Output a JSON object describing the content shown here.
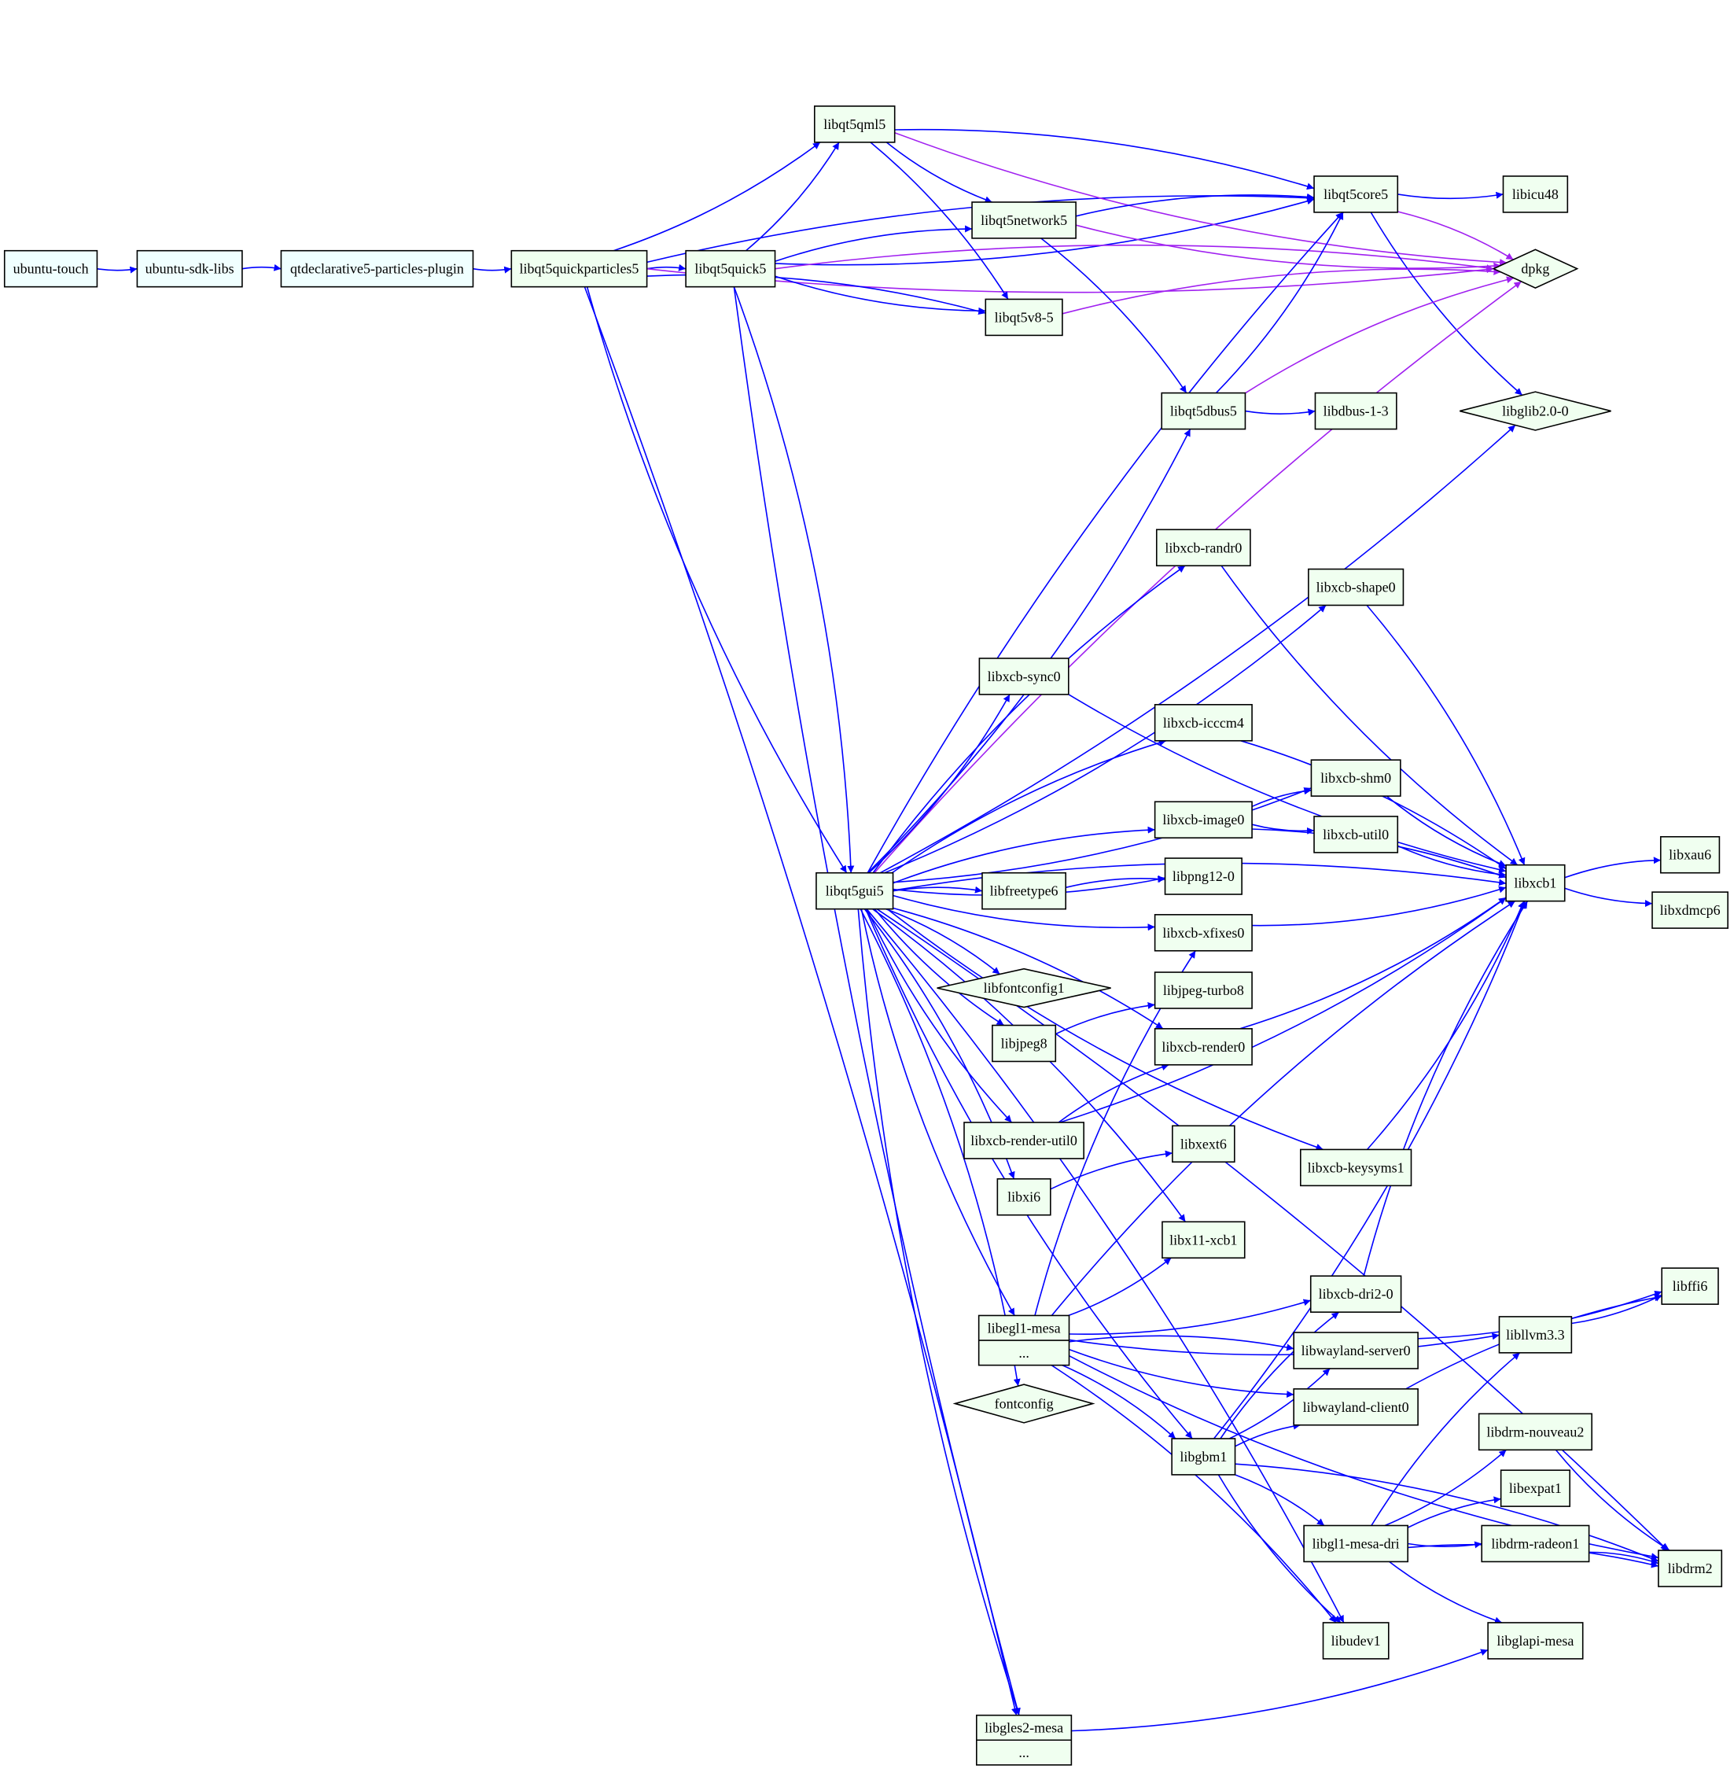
{
  "colors": {
    "depends": "#0000ff",
    "predepends": "#a020f0",
    "node_fill": "#f0fff0",
    "root_fill": "#f0ffff",
    "border": "#000000"
  },
  "nodes": [
    {
      "id": "ubuntu-touch",
      "label": "ubuntu-touch"
    },
    {
      "id": "ubuntu-sdk-libs",
      "label": "ubuntu-sdk-libs"
    },
    {
      "id": "qtdeclarative5-particles-plugin",
      "label": "qtdeclarative5-particles-plugin"
    },
    {
      "id": "libqt5quickparticles5",
      "label": "libqt5quickparticles5"
    },
    {
      "id": "libqt5quick5",
      "label": "libqt5quick5"
    },
    {
      "id": "libqt5qml5",
      "label": "libqt5qml5"
    },
    {
      "id": "libqt5network5",
      "label": "libqt5network5"
    },
    {
      "id": "libqt5core5",
      "label": "libqt5core5"
    },
    {
      "id": "libicu48",
      "label": "libicu48"
    },
    {
      "id": "dpkg",
      "label": "dpkg"
    },
    {
      "id": "libqt5v8-5",
      "label": "libqt5v8-5"
    },
    {
      "id": "libqt5dbus5",
      "label": "libqt5dbus5"
    },
    {
      "id": "libdbus-1-3",
      "label": "libdbus-1-3"
    },
    {
      "id": "libglib2.0-0",
      "label": "libglib2.0-0"
    },
    {
      "id": "libxcb-randr0",
      "label": "libxcb-randr0"
    },
    {
      "id": "libxcb-shape0",
      "label": "libxcb-shape0"
    },
    {
      "id": "libxcb-sync0",
      "label": "libxcb-sync0"
    },
    {
      "id": "libxcb-icccm4",
      "label": "libxcb-icccm4"
    },
    {
      "id": "libxcb-shm0",
      "label": "libxcb-shm0"
    },
    {
      "id": "libxcb-image0",
      "label": "libxcb-image0"
    },
    {
      "id": "libxcb-util0",
      "label": "libxcb-util0"
    },
    {
      "id": "libxcb1",
      "label": "libxcb1"
    },
    {
      "id": "libxau6",
      "label": "libxau6"
    },
    {
      "id": "libxdmcp6",
      "label": "libxdmcp6"
    },
    {
      "id": "libqt5gui5",
      "label": "libqt5gui5"
    },
    {
      "id": "libfreetype6",
      "label": "libfreetype6"
    },
    {
      "id": "libpng12-0",
      "label": "libpng12-0"
    },
    {
      "id": "libxcb-xfixes0",
      "label": "libxcb-xfixes0"
    },
    {
      "id": "libfontconfig1",
      "label": "libfontconfig1"
    },
    {
      "id": "libjpeg-turbo8",
      "label": "libjpeg-turbo8"
    },
    {
      "id": "libjpeg8",
      "label": "libjpeg8"
    },
    {
      "id": "libxcb-render0",
      "label": "libxcb-render0"
    },
    {
      "id": "libxcb-render-util0",
      "label": "libxcb-render-util0"
    },
    {
      "id": "libxext6",
      "label": "libxext6"
    },
    {
      "id": "libxcb-keysyms1",
      "label": "libxcb-keysyms1"
    },
    {
      "id": "libxi6",
      "label": "libxi6"
    },
    {
      "id": "libx11-xcb1",
      "label": "libx11-xcb1"
    },
    {
      "id": "libxcb-dri2-0",
      "label": "libxcb-dri2-0"
    },
    {
      "id": "libffi6",
      "label": "libffi6"
    },
    {
      "id": "libegl1-mesa",
      "label": "libegl1-mesa",
      "sub": "..."
    },
    {
      "id": "libwayland-server0",
      "label": "libwayland-server0"
    },
    {
      "id": "libllvm3.3",
      "label": "libllvm3.3"
    },
    {
      "id": "fontconfig",
      "label": "fontconfig"
    },
    {
      "id": "libwayland-client0",
      "label": "libwayland-client0"
    },
    {
      "id": "libdrm-nouveau2",
      "label": "libdrm-nouveau2"
    },
    {
      "id": "libgbm1",
      "label": "libgbm1"
    },
    {
      "id": "libexpat1",
      "label": "libexpat1"
    },
    {
      "id": "libgl1-mesa-dri",
      "label": "libgl1-mesa-dri"
    },
    {
      "id": "libdrm-radeon1",
      "label": "libdrm-radeon1"
    },
    {
      "id": "libdrm2",
      "label": "libdrm2"
    },
    {
      "id": "libglapi-mesa",
      "label": "libglapi-mesa"
    },
    {
      "id": "libudev1",
      "label": "libudev1"
    },
    {
      "id": "libgles2-mesa",
      "label": "libgles2-mesa",
      "sub": "..."
    }
  ],
  "edges": [
    [
      "ubuntu-touch",
      "ubuntu-sdk-libs",
      "depends"
    ],
    [
      "ubuntu-sdk-libs",
      "qtdeclarative5-particles-plugin",
      "depends"
    ],
    [
      "qtdeclarative5-particles-plugin",
      "libqt5quickparticles5",
      "depends"
    ],
    [
      "libqt5quickparticles5",
      "libqt5quick5",
      "depends"
    ],
    [
      "libqt5quickparticles5",
      "libqt5qml5",
      "depends"
    ],
    [
      "libqt5quickparticles5",
      "libqt5core5",
      "depends"
    ],
    [
      "libqt5quickparticles5",
      "dpkg",
      "predepends"
    ],
    [
      "libqt5quickparticles5",
      "libqt5v8-5",
      "depends"
    ],
    [
      "libqt5quickparticles5",
      "libqt5gui5",
      "depends"
    ],
    [
      "libqt5quickparticles5",
      "libgles2-mesa",
      "depends"
    ],
    [
      "libqt5quick5",
      "libqt5qml5",
      "depends"
    ],
    [
      "libqt5quick5",
      "libqt5network5",
      "depends"
    ],
    [
      "libqt5quick5",
      "libqt5core5",
      "depends"
    ],
    [
      "libqt5quick5",
      "dpkg",
      "predepends"
    ],
    [
      "libqt5quick5",
      "libqt5v8-5",
      "depends"
    ],
    [
      "libqt5quick5",
      "libqt5gui5",
      "depends"
    ],
    [
      "libqt5quick5",
      "libgles2-mesa",
      "depends"
    ],
    [
      "libqt5qml5",
      "libqt5core5",
      "depends"
    ],
    [
      "libqt5qml5",
      "libqt5network5",
      "depends"
    ],
    [
      "libqt5qml5",
      "libqt5v8-5",
      "depends"
    ],
    [
      "libqt5qml5",
      "dpkg",
      "predepends"
    ],
    [
      "libqt5network5",
      "libqt5core5",
      "depends"
    ],
    [
      "libqt5network5",
      "dpkg",
      "predepends"
    ],
    [
      "libqt5network5",
      "libqt5dbus5",
      "depends"
    ],
    [
      "libqt5core5",
      "libicu48",
      "depends"
    ],
    [
      "libqt5core5",
      "dpkg",
      "predepends"
    ],
    [
      "libqt5core5",
      "libglib2.0-0",
      "depends"
    ],
    [
      "libqt5v8-5",
      "dpkg",
      "predepends"
    ],
    [
      "libqt5dbus5",
      "libqt5core5",
      "depends"
    ],
    [
      "libqt5dbus5",
      "dpkg",
      "predepends"
    ],
    [
      "libqt5dbus5",
      "libdbus-1-3",
      "depends"
    ],
    [
      "libqt5gui5",
      "libqt5core5",
      "depends"
    ],
    [
      "libqt5gui5",
      "libqt5dbus5",
      "depends"
    ],
    [
      "libqt5gui5",
      "dpkg",
      "predepends"
    ],
    [
      "libqt5gui5",
      "libglib2.0-0",
      "depends"
    ],
    [
      "libqt5gui5",
      "libxcb-randr0",
      "depends"
    ],
    [
      "libqt5gui5",
      "libxcb-shape0",
      "depends"
    ],
    [
      "libqt5gui5",
      "libxcb1",
      "depends"
    ],
    [
      "libqt5gui5",
      "libxcb-sync0",
      "depends"
    ],
    [
      "libqt5gui5",
      "libxcb-icccm4",
      "depends"
    ],
    [
      "libqt5gui5",
      "libxcb-shm0",
      "depends"
    ],
    [
      "libqt5gui5",
      "libxcb-image0",
      "depends"
    ],
    [
      "libqt5gui5",
      "libpng12-0",
      "depends"
    ],
    [
      "libqt5gui5",
      "libfreetype6",
      "depends"
    ],
    [
      "libqt5gui5",
      "libxcb-xfixes0",
      "depends"
    ],
    [
      "libqt5gui5",
      "libfontconfig1",
      "depends"
    ],
    [
      "libqt5gui5",
      "libjpeg8",
      "depends"
    ],
    [
      "libqt5gui5",
      "libxcb-render0",
      "depends"
    ],
    [
      "libqt5gui5",
      "libxcb-render-util0",
      "depends"
    ],
    [
      "libqt5gui5",
      "libxi6",
      "depends"
    ],
    [
      "libqt5gui5",
      "libxcb-keysyms1",
      "depends"
    ],
    [
      "libqt5gui5",
      "libx11-xcb1",
      "depends"
    ],
    [
      "libqt5gui5",
      "libegl1-mesa",
      "depends"
    ],
    [
      "libqt5gui5",
      "fontconfig",
      "depends"
    ],
    [
      "libqt5gui5",
      "libgbm1",
      "depends"
    ],
    [
      "libqt5gui5",
      "libudev1",
      "depends"
    ],
    [
      "libqt5gui5",
      "libgles2-mesa",
      "depends"
    ],
    [
      "libqt5gui5",
      "libdrm2",
      "depends"
    ],
    [
      "libxcb-randr0",
      "libxcb1",
      "depends"
    ],
    [
      "libxcb-shape0",
      "libxcb1",
      "depends"
    ],
    [
      "libxcb-sync0",
      "libxcb1",
      "depends"
    ],
    [
      "libxcb-icccm4",
      "libxcb1",
      "depends"
    ],
    [
      "libxcb-shm0",
      "libxcb1",
      "depends"
    ],
    [
      "libxcb-image0",
      "libxcb-shm0",
      "depends"
    ],
    [
      "libxcb-image0",
      "libxcb-util0",
      "depends"
    ],
    [
      "libxcb-image0",
      "libxcb1",
      "depends"
    ],
    [
      "libxcb-util0",
      "libxcb1",
      "depends"
    ],
    [
      "libxcb1",
      "libxau6",
      "depends"
    ],
    [
      "libxcb1",
      "libxdmcp6",
      "depends"
    ],
    [
      "libfreetype6",
      "libpng12-0",
      "depends"
    ],
    [
      "libxcb-xfixes0",
      "libxcb1",
      "depends"
    ],
    [
      "libjpeg8",
      "libjpeg-turbo8",
      "depends"
    ],
    [
      "libxcb-render0",
      "libxcb1",
      "depends"
    ],
    [
      "libxcb-render-util0",
      "libxcb-render0",
      "depends"
    ],
    [
      "libxcb-render-util0",
      "libxcb1",
      "depends"
    ],
    [
      "libxi6",
      "libxext6",
      "depends"
    ],
    [
      "libxcb-keysyms1",
      "libxcb1",
      "depends"
    ],
    [
      "libegl1-mesa",
      "libxcb-xfixes0",
      "depends"
    ],
    [
      "libegl1-mesa",
      "libx11-xcb1",
      "depends"
    ],
    [
      "libegl1-mesa",
      "libxcb1",
      "depends"
    ],
    [
      "libegl1-mesa",
      "libxcb-dri2-0",
      "depends"
    ],
    [
      "libegl1-mesa",
      "libwayland-server0",
      "depends"
    ],
    [
      "libegl1-mesa",
      "libwayland-client0",
      "depends"
    ],
    [
      "libegl1-mesa",
      "libgbm1",
      "depends"
    ],
    [
      "libegl1-mesa",
      "libllvm3.3",
      "depends"
    ],
    [
      "libegl1-mesa",
      "libudev1",
      "depends"
    ],
    [
      "libegl1-mesa",
      "libdrm2",
      "depends"
    ],
    [
      "libxcb-dri2-0",
      "libxcb1",
      "depends"
    ],
    [
      "libwayland-server0",
      "libffi6",
      "depends"
    ],
    [
      "libwayland-client0",
      "libffi6",
      "depends"
    ],
    [
      "libllvm3.3",
      "libffi6",
      "depends"
    ],
    [
      "libgbm1",
      "libxcb-dri2-0",
      "depends"
    ],
    [
      "libgbm1",
      "libwayland-server0",
      "depends"
    ],
    [
      "libgbm1",
      "libwayland-client0",
      "depends"
    ],
    [
      "libgbm1",
      "libxcb1",
      "depends"
    ],
    [
      "libgbm1",
      "libgl1-mesa-dri",
      "depends"
    ],
    [
      "libgbm1",
      "libudev1",
      "depends"
    ],
    [
      "libgbm1",
      "libdrm2",
      "depends"
    ],
    [
      "libgl1-mesa-dri",
      "libdrm-nouveau2",
      "depends"
    ],
    [
      "libgl1-mesa-dri",
      "libexpat1",
      "depends"
    ],
    [
      "libgl1-mesa-dri",
      "libdrm-radeon1",
      "depends"
    ],
    [
      "libgl1-mesa-dri",
      "libdrm2",
      "depends"
    ],
    [
      "libgl1-mesa-dri",
      "libglapi-mesa",
      "depends"
    ],
    [
      "libgl1-mesa-dri",
      "libllvm3.3",
      "depends"
    ],
    [
      "libdrm-nouveau2",
      "libdrm2",
      "depends"
    ],
    [
      "libdrm-radeon1",
      "libdrm2",
      "depends"
    ],
    [
      "libgles2-mesa",
      "libglapi-mesa",
      "depends"
    ]
  ]
}
